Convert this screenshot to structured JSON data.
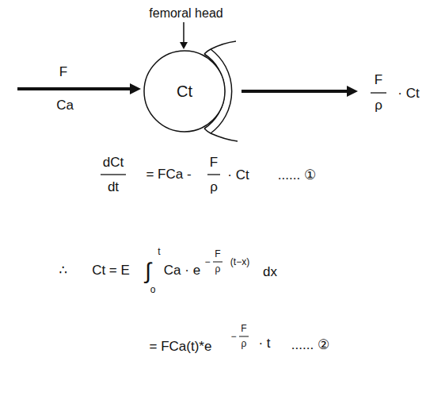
{
  "diagram": {
    "nodes": [
      {
        "text": [
          "Ct"
        ]
      }
    ],
    "labels": [
      "femoral head",
      "F",
      "Ca",
      "F",
      "ρ",
      "· Ct",
      "dCt",
      "dt",
      "= FCa -",
      "F",
      "ρ",
      "· Ct",
      "...... ①",
      "∴",
      "Ct = E",
      "∫",
      "t",
      "o",
      "Ca · e",
      "−",
      "F",
      "ρ",
      "(t−x)",
      "dx",
      "= FCa(t)*e",
      "−",
      "F",
      "ρ",
      "· t",
      "...... ②"
    ]
  }
}
